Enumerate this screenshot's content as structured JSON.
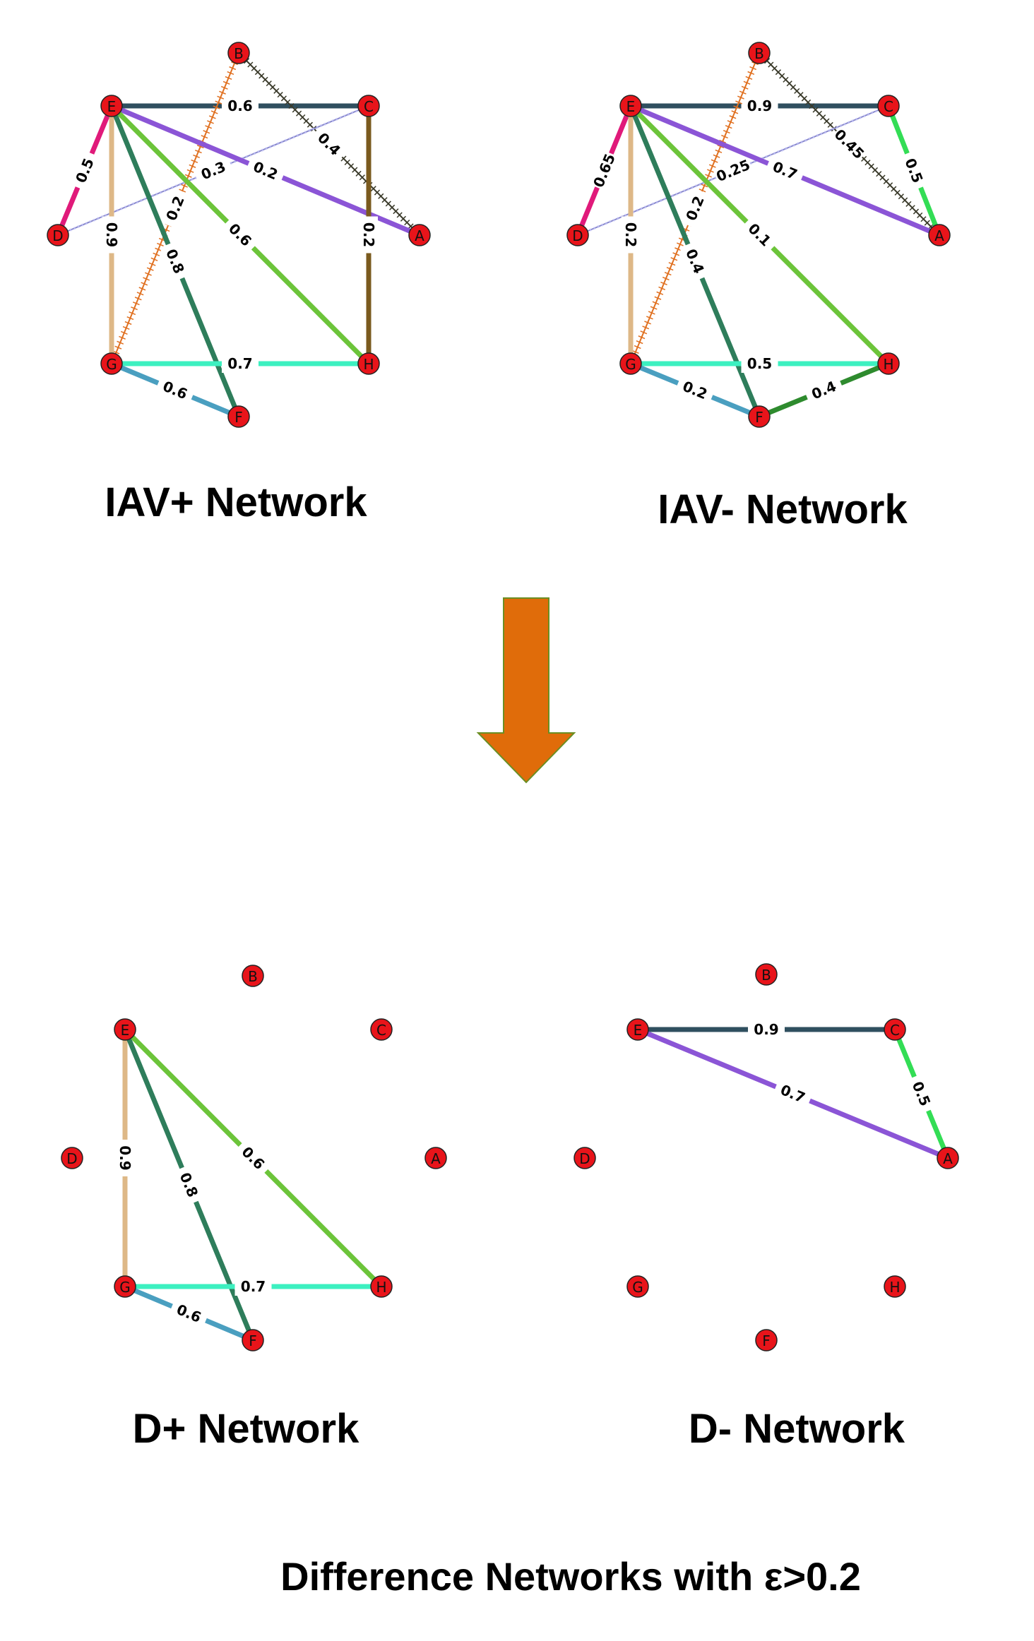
{
  "node_color": "#e8141a",
  "networks": [
    {
      "id": "iav-plus",
      "title": "IAV+ Network",
      "nodes": [
        "B",
        "E",
        "C",
        "D",
        "A",
        "G",
        "H",
        "F"
      ],
      "edges": [
        {
          "from": "E",
          "to": "C",
          "label": "0.6",
          "color": "#2f4f5f",
          "style": "solid"
        },
        {
          "from": "B",
          "to": "A",
          "label": "0.4",
          "color": "#3a3a2a",
          "style": "hatched"
        },
        {
          "from": "B",
          "to": "G",
          "label": "0.2",
          "color": "#e07020",
          "style": "hatched"
        },
        {
          "from": "C",
          "to": "D",
          "label": "0.3",
          "color": "#8888cc",
          "style": "thin"
        },
        {
          "from": "E",
          "to": "A",
          "label": "0.2",
          "color": "#8b55d6",
          "style": "solid"
        },
        {
          "from": "E",
          "to": "D",
          "label": "0.5",
          "color": "#e01a7a",
          "style": "solid"
        },
        {
          "from": "E",
          "to": "G",
          "label": "0.9",
          "color": "#deb887",
          "style": "solid"
        },
        {
          "from": "E",
          "to": "F",
          "label": "0.8",
          "color": "#2e7d5b",
          "style": "solid"
        },
        {
          "from": "E",
          "to": "H",
          "label": "0.6",
          "color": "#6cc43a",
          "style": "solid"
        },
        {
          "from": "C",
          "to": "H",
          "label": "0.2",
          "color": "#7a5a1e",
          "style": "solid"
        },
        {
          "from": "G",
          "to": "H",
          "label": "0.7",
          "color": "#3cf0c0",
          "style": "solid"
        },
        {
          "from": "G",
          "to": "F",
          "label": "0.6",
          "color": "#4a9fc0",
          "style": "solid"
        }
      ]
    },
    {
      "id": "iav-minus",
      "title": "IAV- Network",
      "nodes": [
        "B",
        "E",
        "C",
        "D",
        "A",
        "G",
        "H",
        "F"
      ],
      "edges": [
        {
          "from": "E",
          "to": "C",
          "label": "0.9",
          "color": "#2f4f5f",
          "style": "solid"
        },
        {
          "from": "B",
          "to": "A",
          "label": "0.45",
          "color": "#3a3a2a",
          "style": "hatched"
        },
        {
          "from": "B",
          "to": "G",
          "label": "0.2",
          "color": "#e07020",
          "style": "hatched"
        },
        {
          "from": "C",
          "to": "D",
          "label": "0.25",
          "color": "#8888cc",
          "style": "thin"
        },
        {
          "from": "E",
          "to": "A",
          "label": "0.7",
          "color": "#8b55d6",
          "style": "solid"
        },
        {
          "from": "C",
          "to": "A",
          "label": "0.5",
          "color": "#33dd55",
          "style": "solid"
        },
        {
          "from": "E",
          "to": "D",
          "label": "0.65",
          "color": "#e01a7a",
          "style": "solid"
        },
        {
          "from": "E",
          "to": "G",
          "label": "0.2",
          "color": "#deb887",
          "style": "solid"
        },
        {
          "from": "E",
          "to": "F",
          "label": "0.4",
          "color": "#2e7d5b",
          "style": "solid"
        },
        {
          "from": "E",
          "to": "H",
          "label": "0.1",
          "color": "#6cc43a",
          "style": "solid"
        },
        {
          "from": "G",
          "to": "H",
          "label": "0.5",
          "color": "#3cf0c0",
          "style": "solid"
        },
        {
          "from": "G",
          "to": "F",
          "label": "0.2",
          "color": "#4a9fc0",
          "style": "solid"
        },
        {
          "from": "F",
          "to": "H",
          "label": "0.4",
          "color": "#2e8b2e",
          "style": "solid"
        }
      ]
    },
    {
      "id": "d-plus",
      "title": "D+ Network",
      "nodes": [
        "B",
        "E",
        "C",
        "D",
        "A",
        "G",
        "H",
        "F"
      ],
      "edges": [
        {
          "from": "E",
          "to": "G",
          "label": "0.9",
          "color": "#deb887",
          "style": "solid"
        },
        {
          "from": "E",
          "to": "F",
          "label": "0.8",
          "color": "#2e7d5b",
          "style": "solid"
        },
        {
          "from": "E",
          "to": "H",
          "label": "0.6",
          "color": "#6cc43a",
          "style": "solid"
        },
        {
          "from": "G",
          "to": "H",
          "label": "0.7",
          "color": "#3cf0c0",
          "style": "solid"
        },
        {
          "from": "G",
          "to": "F",
          "label": "0.6",
          "color": "#4a9fc0",
          "style": "solid"
        }
      ]
    },
    {
      "id": "d-minus",
      "title": "D- Network",
      "nodes": [
        "B",
        "E",
        "C",
        "D",
        "A",
        "G",
        "H",
        "F"
      ],
      "edges": [
        {
          "from": "E",
          "to": "C",
          "label": "0.9",
          "color": "#2f4f5f",
          "style": "solid"
        },
        {
          "from": "C",
          "to": "A",
          "label": "0.5",
          "color": "#33dd55",
          "style": "solid"
        },
        {
          "from": "E",
          "to": "A",
          "label": "0.7",
          "color": "#8b55d6",
          "style": "solid"
        }
      ]
    }
  ],
  "arrow": {
    "icon": "down-arrow-icon",
    "color": "#e06c0a",
    "border": "#6b8e23"
  },
  "caption": "Difference Networks with ε>0.2"
}
